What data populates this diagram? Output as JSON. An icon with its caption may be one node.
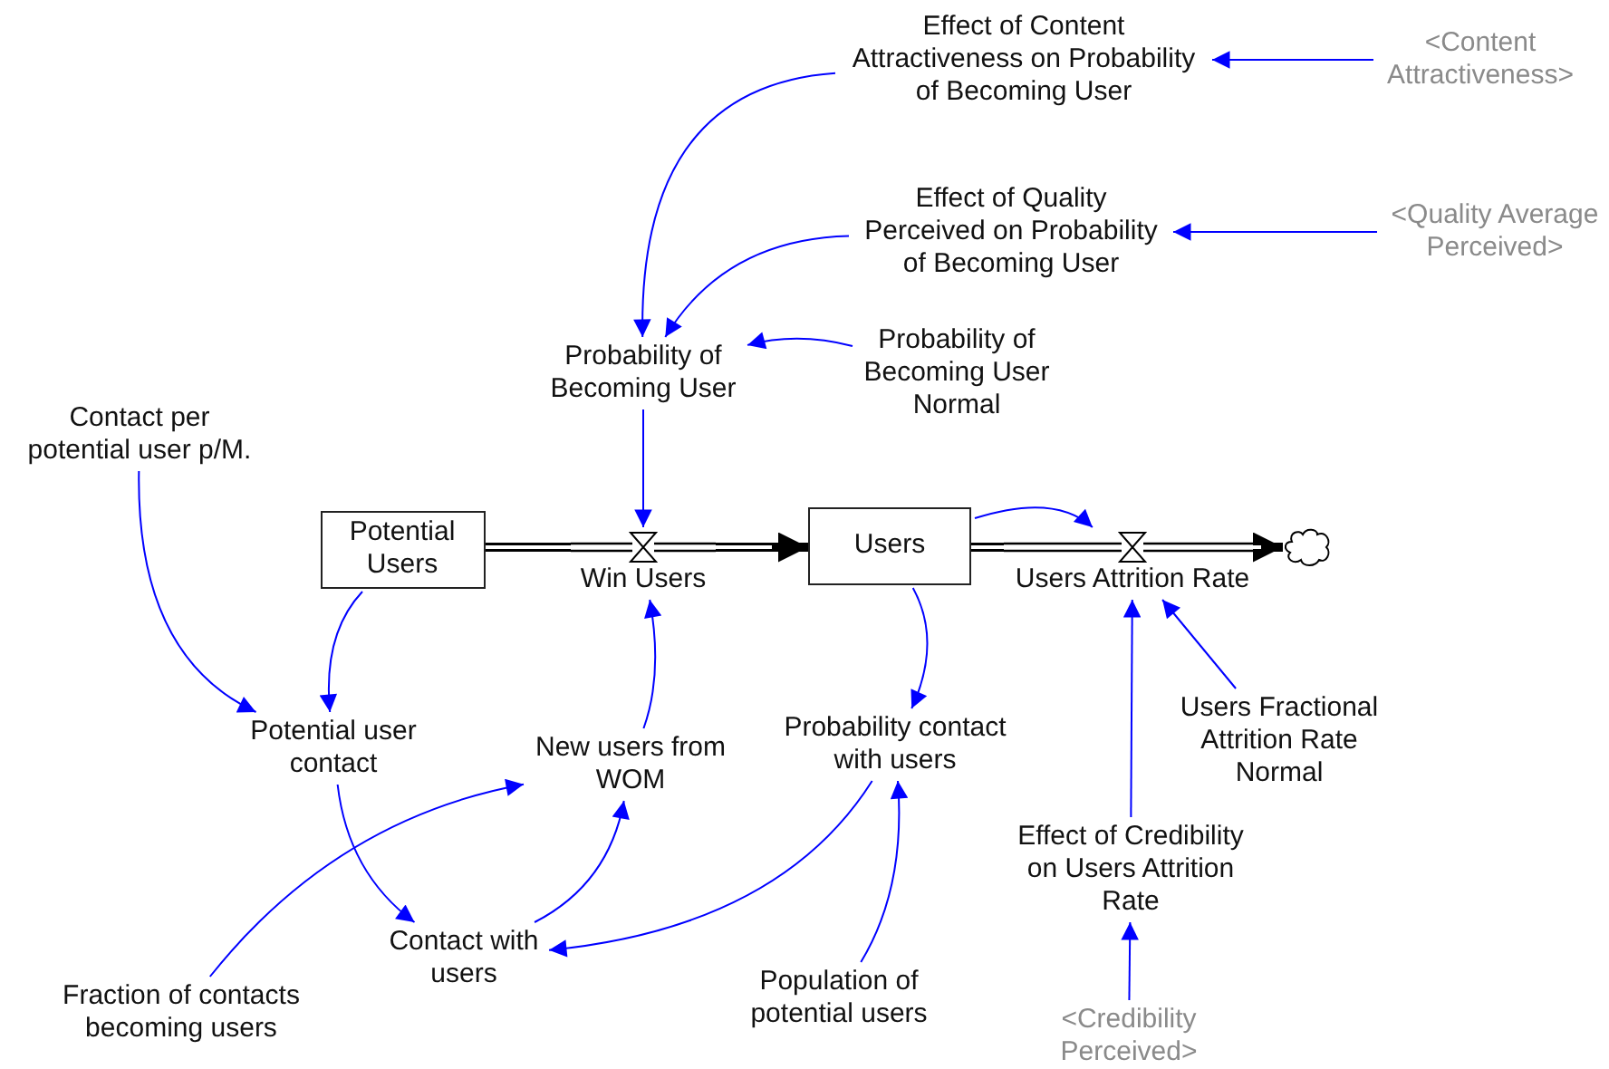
{
  "diagram": {
    "nodes": [
      {
        "text": [
          "Potential Users"
        ]
      },
      {
        "text": [
          "Users"
        ]
      },
      {
        "text": [
          "Win Users"
        ]
      },
      {
        "text": [
          "Users Attrition Rate"
        ]
      },
      {
        "text": [],
        "shape": "cloud"
      },
      {
        "text": [
          "Effect of Content Attractiveness on Probability of Becoming User"
        ]
      },
      {
        "text": [
          "<Content Attractiveness>"
        ]
      },
      {
        "text": [
          "Effect of Quality Perceived on Probability of Becoming User"
        ]
      },
      {
        "text": [
          "<Quality Average Perceived>"
        ]
      },
      {
        "text": [
          "Probability of Becoming User"
        ]
      },
      {
        "text": [
          "Probability of Becoming User Normal"
        ]
      },
      {
        "text": [
          "Contact per potential user p/M."
        ]
      },
      {
        "text": [
          "Potential user contact"
        ]
      },
      {
        "text": [
          "New users from WOM"
        ]
      },
      {
        "text": [
          "Probability contact with users"
        ]
      },
      {
        "text": [
          "Users Fractional Attrition Rate Normal"
        ]
      },
      {
        "text": [
          "Effect of Credibility on Users Attrition Rate"
        ]
      },
      {
        "text": [
          "Contact with users"
        ]
      },
      {
        "text": [
          "Fraction of contacts becoming users"
        ]
      },
      {
        "text": [
          "Population of potential users"
        ]
      },
      {
        "text": [
          "<Credibility Perceived>"
        ]
      }
    ],
    "edges": [
      {
        "from": 0,
        "to": 2,
        "arrow": "none",
        "style": "thick",
        "color": "#000000"
      },
      {
        "from": 2,
        "to": 1,
        "arrow": "to",
        "style": "thick",
        "color": "#000000"
      },
      {
        "from": 1,
        "to": 3,
        "arrow": "none",
        "style": "thick",
        "color": "#000000"
      },
      {
        "from": 3,
        "to": 4,
        "arrow": "to",
        "style": "thick",
        "color": "#000000"
      },
      {
        "from": 6,
        "to": 5,
        "arrow": "to"
      },
      {
        "from": 8,
        "to": 7,
        "arrow": "to"
      },
      {
        "from": 5,
        "to": 9,
        "arrow": "to"
      },
      {
        "from": 7,
        "to": 9,
        "arrow": "to"
      },
      {
        "from": 10,
        "to": 9,
        "arrow": "to"
      },
      {
        "from": 9,
        "to": 2,
        "arrow": "to"
      },
      {
        "from": 11,
        "to": 12,
        "arrow": "to"
      },
      {
        "from": 0,
        "to": 12,
        "arrow": "to"
      },
      {
        "from": 12,
        "to": 17,
        "arrow": "to"
      },
      {
        "from": 18,
        "to": 13,
        "arrow": "to"
      },
      {
        "from": 17,
        "to": 13,
        "arrow": "to"
      },
      {
        "from": 13,
        "to": 2,
        "arrow": "to"
      },
      {
        "from": 1,
        "to": 14,
        "arrow": "to"
      },
      {
        "from": 14,
        "to": 17,
        "arrow": "to"
      },
      {
        "from": 19,
        "to": 14,
        "arrow": "to"
      },
      {
        "from": 1,
        "to": 3,
        "arrow": "to"
      },
      {
        "from": 15,
        "to": 3,
        "arrow": "to"
      },
      {
        "from": 16,
        "to": 3,
        "arrow": "to"
      },
      {
        "from": 20,
        "to": 16,
        "arrow": "to"
      }
    ]
  }
}
